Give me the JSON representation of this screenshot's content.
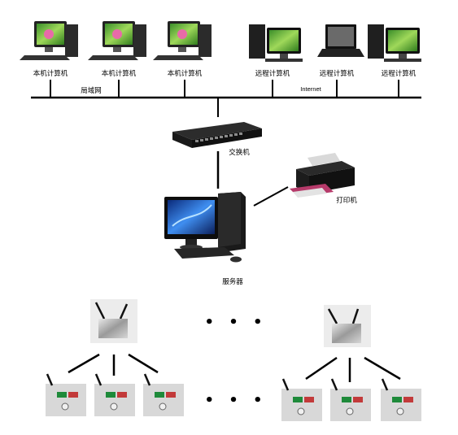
{
  "diagram": {
    "lan_computers": [
      {
        "label": "本机计算机"
      },
      {
        "label": "本机计算机"
      },
      {
        "label": "本机计算机"
      }
    ],
    "remote_computers": [
      {
        "label": "远程计算机"
      },
      {
        "label": "远程计算机"
      },
      {
        "label": "远程计算机"
      }
    ],
    "lan_label": "局域网",
    "internet_label": "Internet",
    "switch_label": "交换机",
    "printer_label": "打印机",
    "server_label": "服务器",
    "ellipsis": "• • •",
    "colors": {
      "line": "#000000",
      "screen_green": "#6fbf3a",
      "screen_blue": "#2a6fd6",
      "device_black": "#1b1b1b"
    }
  }
}
